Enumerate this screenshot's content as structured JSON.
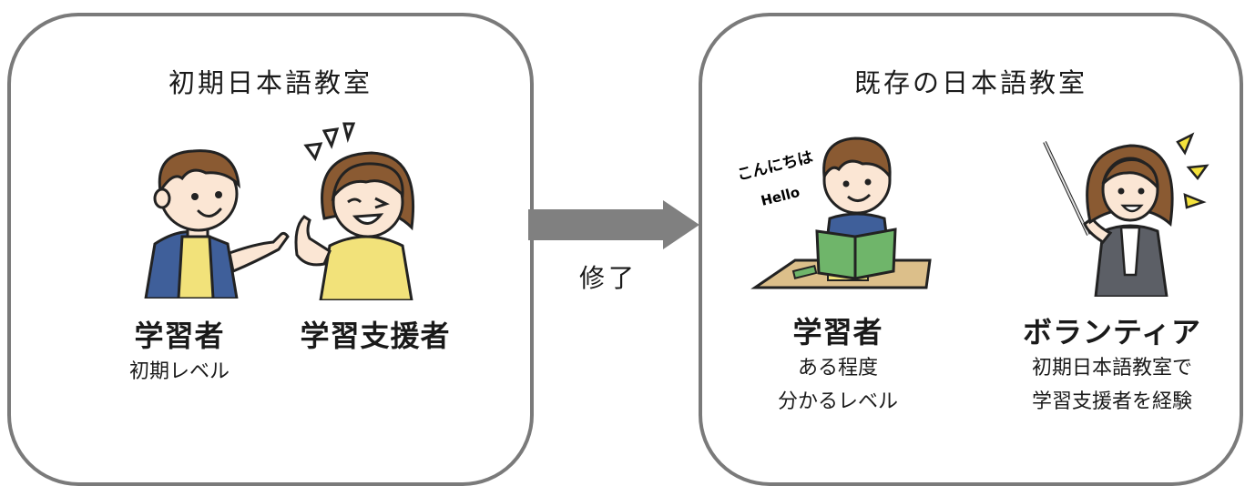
{
  "flow": {
    "from_classroom": {
      "title": "初期日本語教室",
      "learner": {
        "name": "学習者",
        "level": "初期レベル"
      },
      "supporter": {
        "name": "学習支援者"
      }
    },
    "transition_label": "修了",
    "to_classroom": {
      "title": "既存の日本語教室",
      "learner": {
        "name": "学習者",
        "level_line1": "ある程度",
        "level_line2": "分かるレベル",
        "speech_jp": "こんにちは",
        "speech_en": "Hello"
      },
      "volunteer": {
        "name": "ボランティア",
        "note_line1": "初期日本語教室で",
        "note_line2": "学習支援者を経験"
      }
    }
  },
  "colors": {
    "panel_border": "#7a7a7a",
    "arrow": "#808080",
    "hair": "#8a5a32",
    "skin": "#fbe6d4",
    "jacket_blue": "#3f5f9a",
    "shirt_yellow": "#f2e27a",
    "book_green": "#6fb56a",
    "desk": "#dcbf8a",
    "suit_gray": "#5c5f66",
    "accent_yellow": "#f4e23c"
  }
}
